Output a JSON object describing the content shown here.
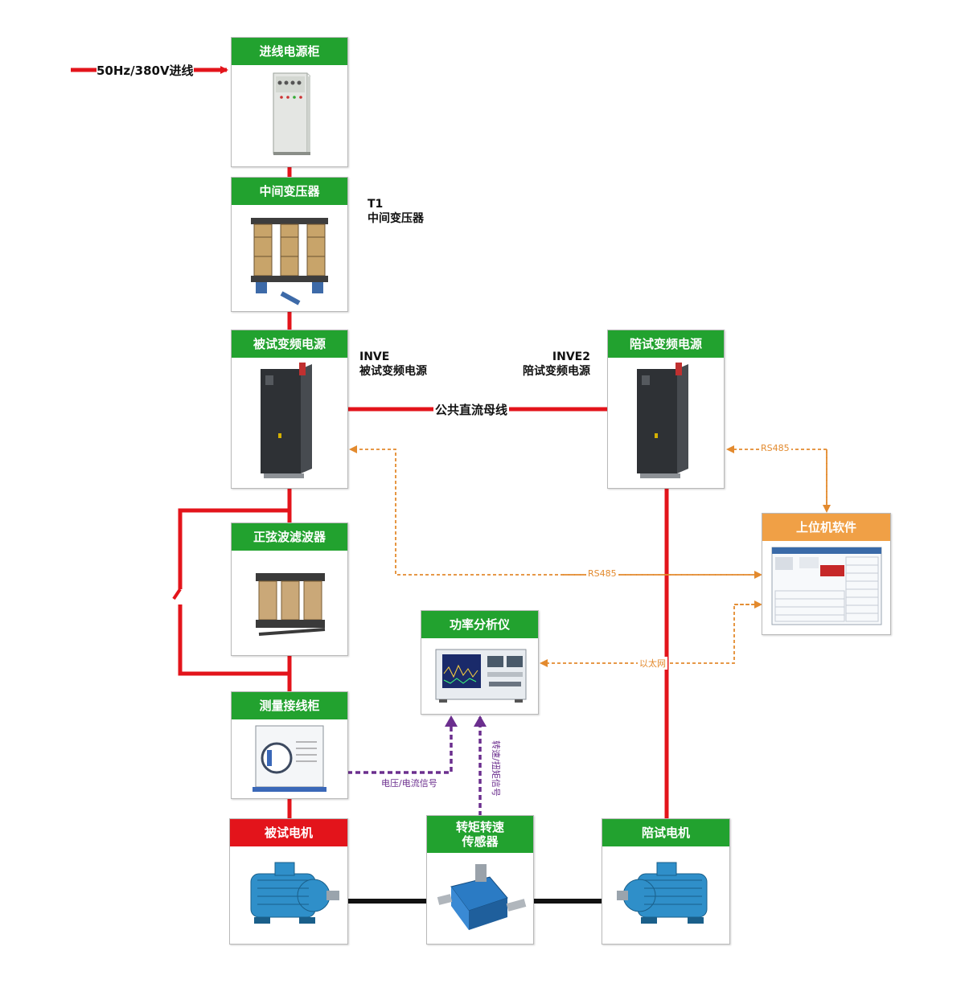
{
  "boxes": {
    "cabinet": "进线电源柜",
    "transformer": "中间变压器",
    "inverter_test": "被试变频电源",
    "inverter_load": "陪试变频电源",
    "filter": "正弦波滤波器",
    "measure": "测量接线柜",
    "motor_test": "被试电机",
    "sensor": "转矩转速\n传感器",
    "motor_load": "陪试电机",
    "analyzer": "功率分析仪",
    "software": "上位机软件"
  },
  "labels": {
    "inlet": "50Hz/380V进线",
    "t1_code": "T1",
    "t1_name": "中间变压器",
    "inve_code": "INVE",
    "inve_name": "被试变频电源",
    "inve2_code": "INVE2",
    "inve2_name": "陪试变频电源",
    "dc_bus": "公共直流母线",
    "rs485_a": "RS485",
    "rs485_b": "RS485",
    "ethernet": "以太网",
    "vi_signal": "电压/电流信号",
    "speed_signal": "转速/扭矩信号"
  },
  "colors": {
    "green": "#22a22f",
    "red": "#e3141b",
    "orange": "#f0a046",
    "power_line": "#e3141b",
    "signal_orange": "#e38a2e",
    "signal_purple": "#6b2e8e",
    "shaft": "#111111"
  }
}
